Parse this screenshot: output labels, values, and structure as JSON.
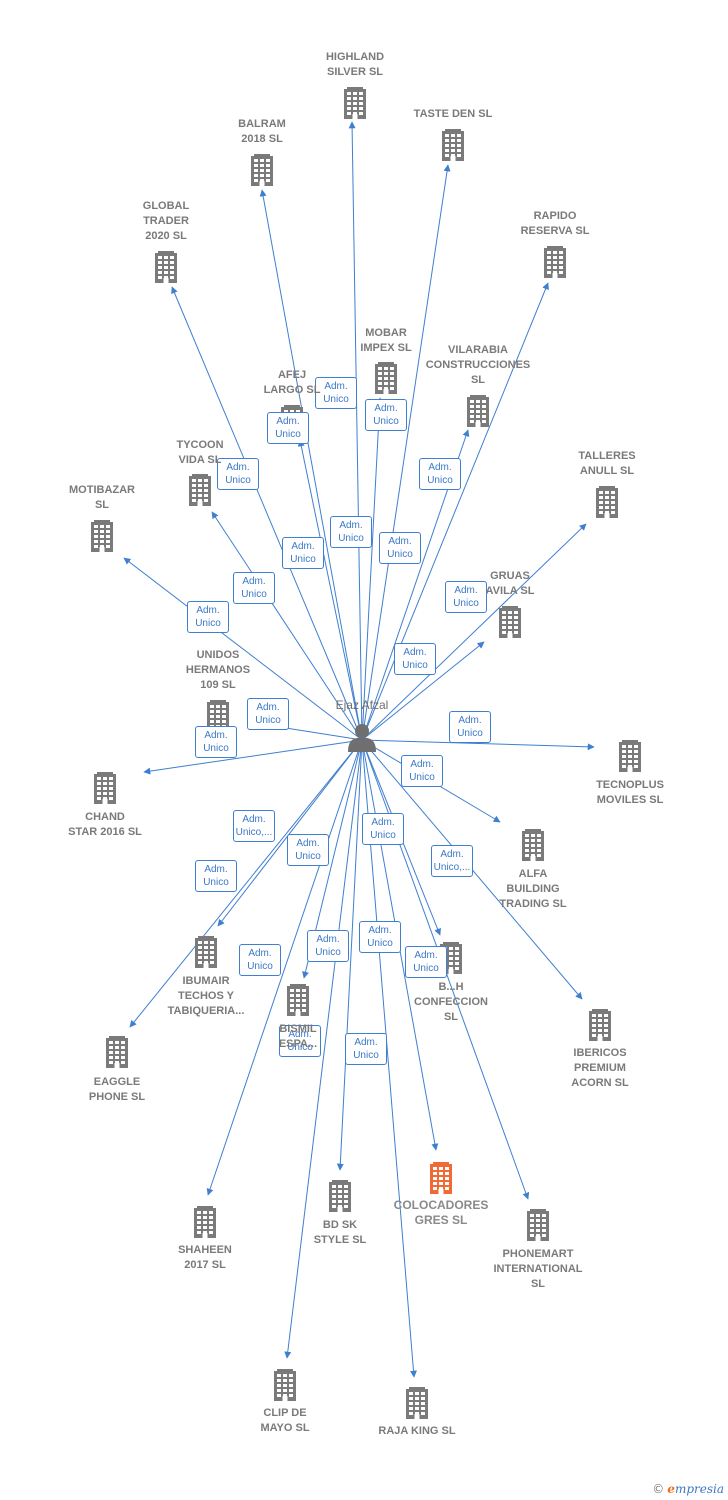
{
  "center": {
    "name": "Ejaz Afzal",
    "icon": "person-icon"
  },
  "colors": {
    "edge": "#3f7fd0",
    "building": "#7a7a7a",
    "highlight": "#f06a35",
    "badge_text": "#3b78c7"
  },
  "companies": [
    {
      "id": "highland",
      "label": "HIGHLAND\nSILVER  SL"
    },
    {
      "id": "balram",
      "label": "BALRAM\n2018  SL"
    },
    {
      "id": "tasteden",
      "label": "TASTE DEN  SL"
    },
    {
      "id": "global",
      "label": "GLOBAL\nTRADER\n2020  SL"
    },
    {
      "id": "rapido",
      "label": "RAPIDO\nRESERVA  SL"
    },
    {
      "id": "mobar",
      "label": "MOBAR\nIMPEX SL"
    },
    {
      "id": "vilarabia",
      "label": "VILARABIA\nCONSTRUCCIONES\nSL"
    },
    {
      "id": "afej",
      "label": "AFEJ\nLARGO  SL"
    },
    {
      "id": "tycoon",
      "label": "TYCOON\nVIDA  SL"
    },
    {
      "id": "talleres",
      "label": "TALLERES\nANULL SL"
    },
    {
      "id": "motibazar",
      "label": "MOTIBAZAR\nSL"
    },
    {
      "id": "gruas",
      "label": "GRUAS\nAVILA SL"
    },
    {
      "id": "unidos",
      "label": "UNIDOS\nHERMANOS\n109  SL"
    },
    {
      "id": "chand",
      "label": "CHAND\nSTAR 2016  SL"
    },
    {
      "id": "tecnoplus",
      "label": "TECNOPLUS\nMOVILES  SL"
    },
    {
      "id": "alfa",
      "label": "ALFA\nBUILDING\nTRADING  SL"
    },
    {
      "id": "ibumair",
      "label": "IBUMAIR\nTECHOS Y\nTABIQUERIA..."
    },
    {
      "id": "bismil",
      "label": "BISMIL\nESPA..."
    },
    {
      "id": "bconfeccion",
      "label": "B...H\nCONFECCION\nSL"
    },
    {
      "id": "eaggle",
      "label": "EAGGLE\nPHONE  SL"
    },
    {
      "id": "ibericos",
      "label": "IBERICOS\nPREMIUM\nACORN  SL"
    },
    {
      "id": "colocadores",
      "label": "COLOCADORES\nGRES  SL"
    },
    {
      "id": "bdsk",
      "label": "BD SK\nSTYLE  SL"
    },
    {
      "id": "shaheen",
      "label": "SHAHEEN\n2017  SL"
    },
    {
      "id": "phonemart",
      "label": "PHONEMART\nINTERNATIONAL\nSL"
    },
    {
      "id": "clipdemayo",
      "label": "CLIP DE\nMAYO  SL"
    },
    {
      "id": "rajaking",
      "label": "RAJA KING  SL"
    }
  ],
  "edges": [
    {
      "to": "highland",
      "label": "Adm.\nUnico"
    },
    {
      "to": "balram",
      "label": "Adm.\nUnico"
    },
    {
      "to": "tasteden",
      "label": "Adm.\nUnico"
    },
    {
      "to": "global",
      "label": "Adm.\nUnico"
    },
    {
      "to": "rapido",
      "label": "Adm.\nUnico"
    },
    {
      "to": "mobar",
      "label": "Adm.\nUnico"
    },
    {
      "to": "vilarabia",
      "label": "Adm.\nUnico"
    },
    {
      "to": "afej",
      "label": "Adm.\nUnico"
    },
    {
      "to": "tycoon",
      "label": "Adm.\nUnico"
    },
    {
      "to": "talleres",
      "label": "Adm.\nUnico"
    },
    {
      "to": "motibazar",
      "label": "Adm.\nUnico"
    },
    {
      "to": "gruas",
      "label": "Adm.\nUnico"
    },
    {
      "to": "unidos",
      "label": "Adm.\nUnico"
    },
    {
      "to": "chand",
      "label": "Adm.\nUnico"
    },
    {
      "to": "tecnoplus",
      "label": "Adm.\nUnico"
    },
    {
      "to": "alfa",
      "label": "Adm.\nUnico"
    },
    {
      "to": "ibumair",
      "label": "Adm.\nUnico"
    },
    {
      "to": "bismil",
      "label": "Adm.\nUnico"
    },
    {
      "to": "bconfeccion",
      "label": "Adm.\nUnico"
    },
    {
      "to": "eaggle",
      "label": "Adm.\nUnico,..."
    },
    {
      "to": "ibericos",
      "label": "Adm.\nUnico,..."
    },
    {
      "to": "colocadores",
      "label": "Adm.\nUnico"
    },
    {
      "to": "bdsk",
      "label": "Adm.\nUnico"
    },
    {
      "to": "shaheen",
      "label": "Adm.\nUnico"
    },
    {
      "to": "phonemart",
      "label": "Adm.\nUnico"
    },
    {
      "to": "clipdemayo",
      "label": "Adm.\nUnico"
    },
    {
      "to": "rajaking",
      "label": "Adm.\nUnico"
    }
  ],
  "footer": {
    "copyright": "©",
    "brand_initial": "e",
    "brand_rest": "mpresia"
  }
}
